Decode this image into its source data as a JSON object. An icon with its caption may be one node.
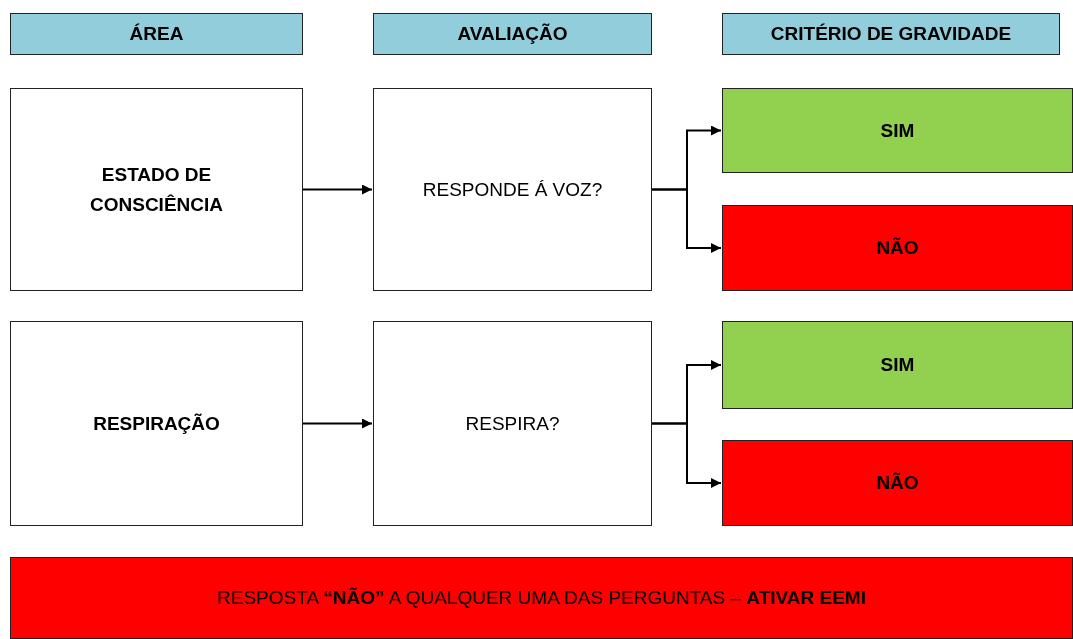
{
  "diagram": {
    "nodes": [
      {
        "text": [
          "ÁREA"
        ]
      },
      {
        "text": [
          "AVALIAÇÃO"
        ]
      },
      {
        "text": [
          "CRITÉRIO DE GRAVIDADE"
        ]
      },
      {
        "text": [
          "ESTADO DE CONSCIÊNCIA"
        ]
      },
      {
        "text": [
          "RESPONDE Á VOZ?"
        ]
      },
      {
        "text": [
          "SIM"
        ]
      },
      {
        "text": [
          "NÃO"
        ]
      },
      {
        "text": [
          "RESPIRAÇÃO"
        ]
      },
      {
        "text": [
          "RESPIRA?"
        ]
      },
      {
        "text": [
          "SIM"
        ]
      },
      {
        "text": [
          "NÃO"
        ]
      },
      {
        "text": [
          "RESPOSTA **“NÃO”** A QUALQUER UMA DAS PERGUNTAS – **ATIVAR EEMI**"
        ]
      }
    ],
    "edges": [
      {
        "from": 3,
        "to": 4,
        "arrow": "to"
      },
      {
        "from": 4,
        "to": 5,
        "arrow": "to"
      },
      {
        "from": 4,
        "to": 6,
        "arrow": "to"
      },
      {
        "from": 7,
        "to": 8,
        "arrow": "to"
      },
      {
        "from": 8,
        "to": 9,
        "arrow": "to"
      },
      {
        "from": 8,
        "to": 10,
        "arrow": "to"
      }
    ]
  }
}
